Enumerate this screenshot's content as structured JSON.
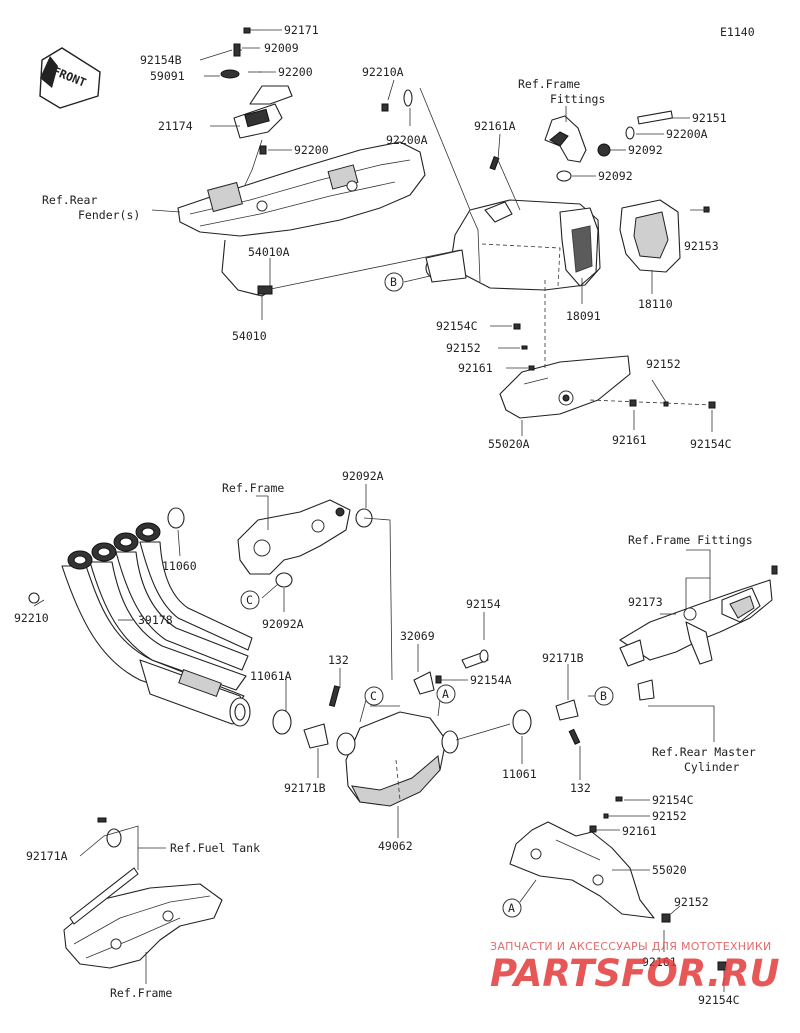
{
  "diagram_code": "E1140",
  "front_badge": "FRONT",
  "labels": {
    "p92171": "92171",
    "p92154B": "92154B",
    "p92009": "92009",
    "p59091": "59091",
    "p92200_top": "92200",
    "p21174": "21174",
    "p92200_mid": "92200",
    "ref_rear_fender_1": "Ref.Rear",
    "ref_rear_fender_2": "Fender(s)",
    "p54010A": "54010A",
    "p54010": "54010",
    "p92210A": "92210A",
    "p92200A_left": "92200A",
    "p92161A": "92161A",
    "ref_frame_fittings_1": "Ref.Frame",
    "ref_frame_fittings_2": "Fittings",
    "p92151": "92151",
    "p92200A_right": "92200A",
    "p92092_a": "92092",
    "p92092_b": "92092",
    "p92153": "92153",
    "p18091": "18091",
    "p18110": "18110",
    "callout_B_top": "B",
    "p92154C_a": "92154C",
    "p92152_a": "92152",
    "p92161_a": "92161",
    "p92152_b": "92152",
    "p92161_b": "92161",
    "p92154C_b": "92154C",
    "p55020A": "55020A",
    "ref_frame_mid": "Ref.Frame",
    "p92092A_top": "92092A",
    "callout_C_left": "C",
    "p92092A_bottom": "92092A",
    "p11060": "11060",
    "p92210": "92210",
    "p39178": "39178",
    "p92154": "92154",
    "p32069": "32069",
    "p132_top": "132",
    "p11061A": "11061A",
    "p92154A": "92154A",
    "callout_C_mid": "C",
    "callout_A_mid": "A",
    "p92171B_left": "92171B",
    "p92171B_right": "92171B",
    "callout_B_right": "B",
    "p11061": "11061",
    "p132_bottom": "132",
    "p49062": "49062",
    "ref_frame_fittings_long": "Ref.Frame Fittings",
    "p92173": "92173",
    "ref_master_1": "Ref.Rear Master",
    "ref_master_2": "Cylinder",
    "p92154C_c": "92154C",
    "p92152_c": "92152",
    "p92161_c": "92161",
    "p55020": "55020",
    "callout_A_bottom": "A",
    "p92152_d": "92152",
    "p92161_d": "92161",
    "p92154C_d": "92154C",
    "p92171A": "92171A",
    "ref_fuel_tank": "Ref.Fuel Tank",
    "ref_frame_bottom": "Ref.Frame"
  },
  "watermark": {
    "tagline": "ЗАПЧАСТИ И АКСЕССУАРЫ ДЛЯ МОТОТЕХНИКИ",
    "brand": "PARTSFOR.RU"
  }
}
